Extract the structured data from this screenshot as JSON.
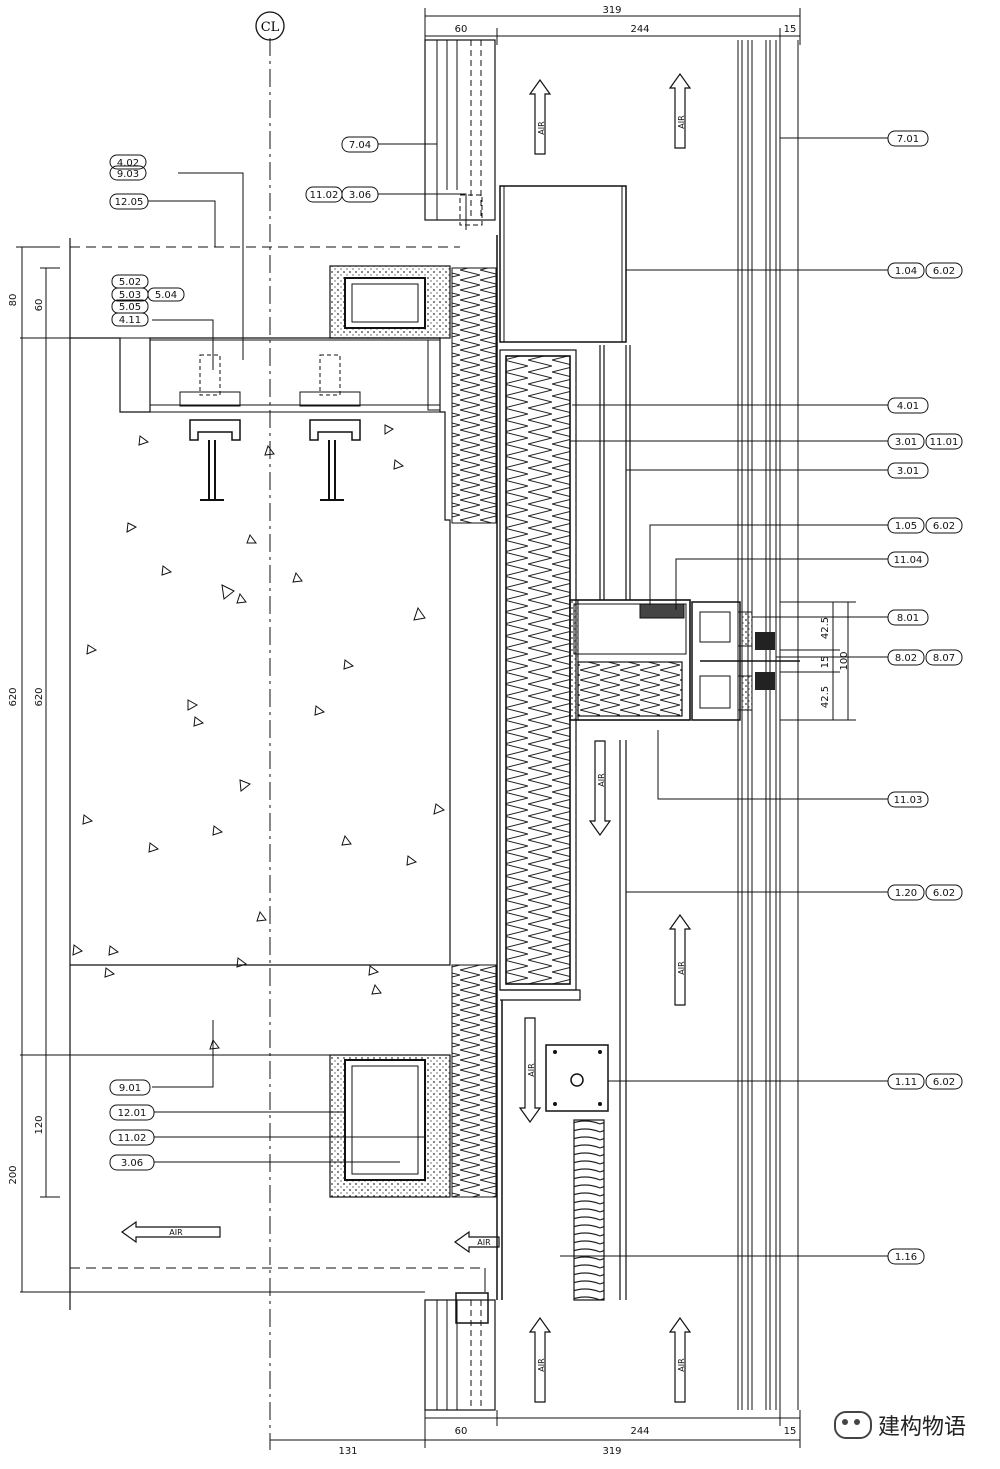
{
  "centerline_symbol": "CL",
  "tags_right": [
    {
      "ids": [
        "7.01"
      ]
    },
    {
      "ids": [
        "1.04",
        "6.02"
      ]
    },
    {
      "ids": [
        "4.01"
      ]
    },
    {
      "ids": [
        "3.01",
        "11.01"
      ]
    },
    {
      "ids": [
        "3.01"
      ]
    },
    {
      "ids": [
        "1.05",
        "6.02"
      ]
    },
    {
      "ids": [
        "11.04"
      ]
    },
    {
      "ids": [
        "8.01"
      ]
    },
    {
      "ids": [
        "8.02",
        "8.07"
      ]
    },
    {
      "ids": [
        "11.03"
      ]
    },
    {
      "ids": [
        "1.20",
        "6.02"
      ]
    },
    {
      "ids": [
        "1.11",
        "6.02"
      ]
    },
    {
      "ids": [
        "1.16"
      ]
    }
  ],
  "tags_left": [
    {
      "ids": [
        "7.04"
      ]
    },
    {
      "ids": [
        "4.02"
      ]
    },
    {
      "ids": [
        "9.03"
      ]
    },
    {
      "ids": [
        "11.02",
        "3.06"
      ]
    },
    {
      "ids": [
        "12.05"
      ]
    },
    {
      "ids": [
        "5.02"
      ]
    },
    {
      "ids": [
        "5.03",
        "5.04"
      ]
    },
    {
      "ids": [
        "5.05"
      ]
    },
    {
      "ids": [
        "4.11"
      ]
    },
    {
      "ids": [
        "9.01"
      ]
    },
    {
      "ids": [
        "12.01"
      ]
    },
    {
      "ids": [
        "11.02"
      ]
    },
    {
      "ids": [
        "3.06"
      ]
    }
  ],
  "dims_top": [
    "319",
    "60",
    "244",
    "15"
  ],
  "dims_bottom": [
    "60",
    "244",
    "15",
    "131",
    "319"
  ],
  "dims_left": [
    "80",
    "60",
    "620",
    "620",
    "120",
    "200"
  ],
  "dims_right": [
    "42.5",
    "15",
    "42.5",
    "100"
  ],
  "air_label": "AIR",
  "watermark": "建构物语"
}
